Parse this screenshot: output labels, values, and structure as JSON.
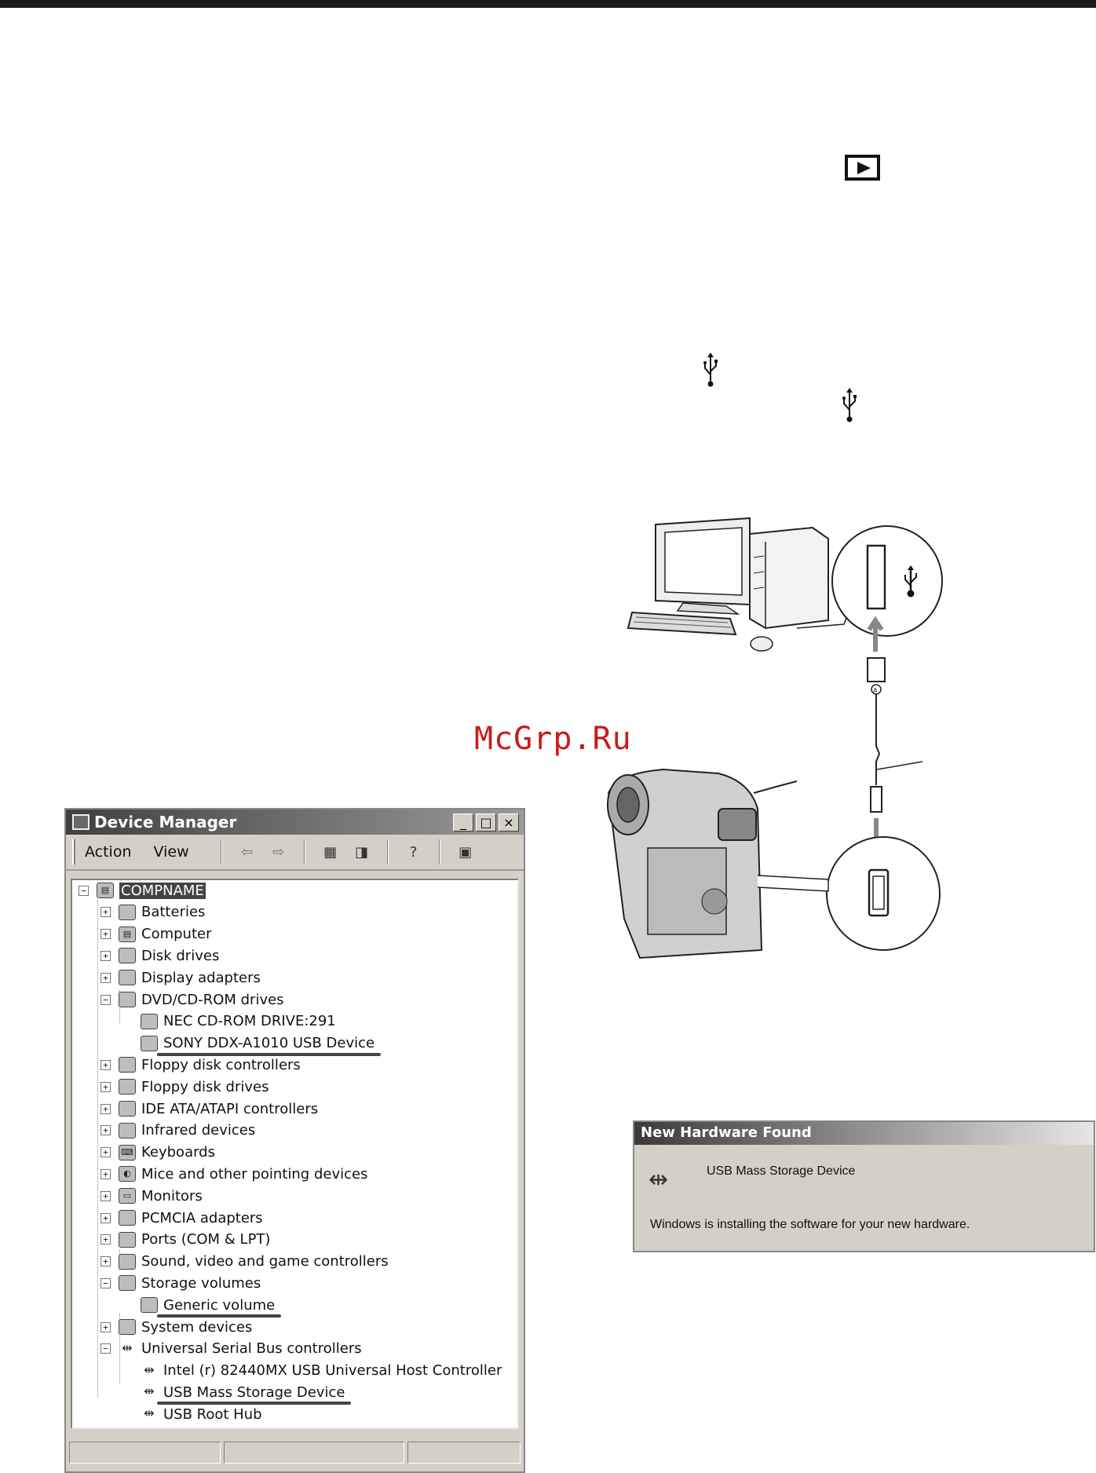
{
  "watermark": "McGrp.Ru",
  "icons": {
    "play_mode": "play-icon",
    "usb": "usb-icon"
  },
  "connection_diagram": {
    "port_marker_a": "A"
  },
  "device_manager": {
    "title": "Device Manager",
    "window_buttons": [
      "_",
      "□",
      "×"
    ],
    "menus": {
      "action": "Action",
      "view": "View"
    },
    "tree": [
      {
        "label": "COMPNAME",
        "level": 0,
        "expander": "−",
        "icon": "computer-icon",
        "selected": true
      },
      {
        "label": "Batteries",
        "level": 1,
        "expander": "+",
        "icon": "battery-icon"
      },
      {
        "label": "Computer",
        "level": 1,
        "expander": "+",
        "icon": "computer-icon"
      },
      {
        "label": "Disk drives",
        "level": 1,
        "expander": "+",
        "icon": "disk-drive-icon"
      },
      {
        "label": "Display adapters",
        "level": 1,
        "expander": "+",
        "icon": "display-adapter-icon"
      },
      {
        "label": "DVD/CD-ROM drives",
        "level": 1,
        "expander": "−",
        "icon": "cdrom-icon"
      },
      {
        "label": "NEC CD-ROM DRIVE:291",
        "level": 2,
        "icon": "cdrom-icon"
      },
      {
        "label": "SONY DDX-A1010 USB Device",
        "level": 2,
        "icon": "cdrom-icon",
        "underlined": true
      },
      {
        "label": "Floppy disk controllers",
        "level": 1,
        "expander": "+",
        "icon": "floppy-controller-icon"
      },
      {
        "label": "Floppy disk drives",
        "level": 1,
        "expander": "+",
        "icon": "floppy-drive-icon"
      },
      {
        "label": "IDE ATA/ATAPI controllers",
        "level": 1,
        "expander": "+",
        "icon": "ide-controller-icon"
      },
      {
        "label": "Infrared devices",
        "level": 1,
        "expander": "+",
        "icon": "infrared-icon"
      },
      {
        "label": "Keyboards",
        "level": 1,
        "expander": "+",
        "icon": "keyboard-icon"
      },
      {
        "label": "Mice and other pointing devices",
        "level": 1,
        "expander": "+",
        "icon": "mouse-icon"
      },
      {
        "label": "Monitors",
        "level": 1,
        "expander": "+",
        "icon": "monitor-icon"
      },
      {
        "label": "PCMCIA adapters",
        "level": 1,
        "expander": "+",
        "icon": "pcmcia-icon"
      },
      {
        "label": "Ports (COM & LPT)",
        "level": 1,
        "expander": "+",
        "icon": "port-icon"
      },
      {
        "label": "Sound, video and game controllers",
        "level": 1,
        "expander": "+",
        "icon": "sound-icon"
      },
      {
        "label": "Storage volumes",
        "level": 1,
        "expander": "−",
        "icon": "storage-volume-icon"
      },
      {
        "label": "Generic volume",
        "level": 2,
        "icon": "storage-volume-icon",
        "underlined": true
      },
      {
        "label": "System devices",
        "level": 1,
        "expander": "+",
        "icon": "system-device-icon"
      },
      {
        "label": "Universal Serial Bus controllers",
        "level": 1,
        "expander": "−",
        "icon": "usb-icon"
      },
      {
        "label": "Intel (r) 82440MX USB Universal Host Controller",
        "level": 2,
        "icon": "usb-icon"
      },
      {
        "label": "USB Mass Storage Device",
        "level": 2,
        "icon": "usb-icon",
        "underlined": true
      },
      {
        "label": "USB Root Hub",
        "level": 2,
        "icon": "usb-icon"
      }
    ]
  },
  "new_hardware": {
    "title": "New Hardware Found",
    "device": "USB Mass Storage Device",
    "message": "Windows is installing the software for your new hardware."
  }
}
